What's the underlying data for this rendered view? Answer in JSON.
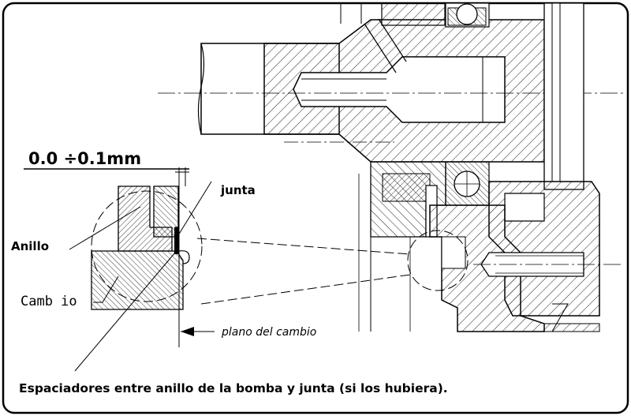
{
  "labels": {
    "tolerance": "0.0 ÷0.1mm",
    "gasket": "junta",
    "ring": "Anillo",
    "gearbox": "Camb io",
    "gearbox_plane": "plano del cambio",
    "spacers_note": "Espaciadores entre anillo de la bomba y junta (si los hubiera)."
  }
}
